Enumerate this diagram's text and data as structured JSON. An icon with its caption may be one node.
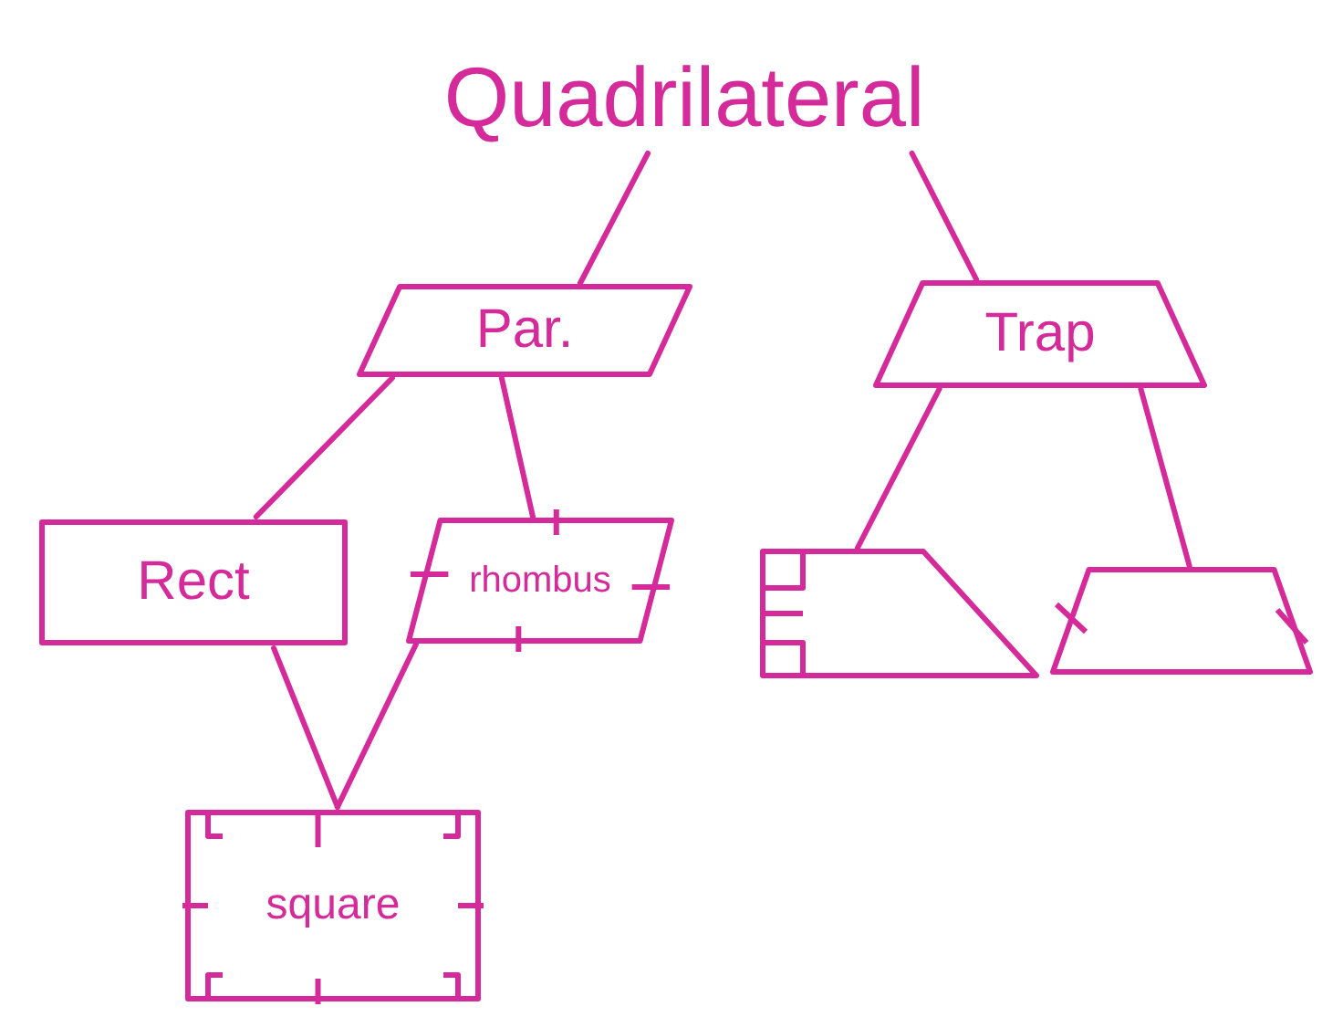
{
  "diagram": {
    "nodes": [
      {
        "text": [
          "Quadrilateral"
        ]
      },
      {
        "text": [
          "Par."
        ]
      },
      {
        "text": [
          "Trap"
        ]
      },
      {
        "text": [
          "Rect"
        ]
      },
      {
        "text": [
          "rhombus"
        ]
      },
      {
        "text": [],
        "shape": "trapezoid"
      },
      {
        "text": [],
        "shape": "trapezoid"
      },
      {
        "text": [
          "square"
        ]
      }
    ],
    "edges": [
      {
        "from": 0,
        "to": 1,
        "arrow": "none"
      },
      {
        "from": 0,
        "to": 2,
        "arrow": "none"
      },
      {
        "from": 1,
        "to": 3,
        "arrow": "none"
      },
      {
        "from": 1,
        "to": 4,
        "arrow": "none"
      },
      {
        "from": 2,
        "to": 5,
        "arrow": "none"
      },
      {
        "from": 2,
        "to": 6,
        "arrow": "none"
      },
      {
        "from": 3,
        "to": 7,
        "arrow": "none"
      },
      {
        "from": 4,
        "to": 7,
        "arrow": "none"
      }
    ]
  }
}
